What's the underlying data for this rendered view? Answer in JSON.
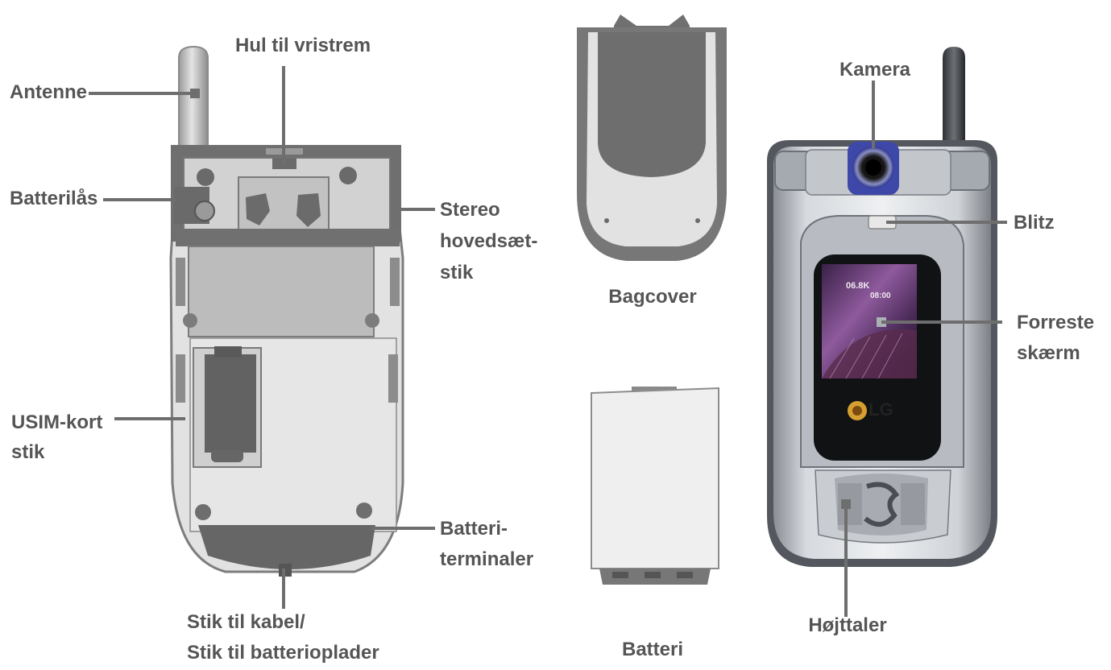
{
  "labels": {
    "antenna": "Antenne",
    "strap_hole": "Hul til vristrem",
    "battery_lock": "Batterilås",
    "stereo_jack_1": "Stereo",
    "stereo_jack_2": "hovedsæt-",
    "stereo_jack_3": "stik",
    "usim_1": "USIM-kort",
    "usim_2": "stik",
    "battery_terminals_1": "Batteri-",
    "battery_terminals_2": "terminaler",
    "cable_1": "Stik til kabel/",
    "cable_2": "Stik til batterioplader",
    "back_cover": "Bagcover",
    "battery": "Batteri",
    "camera": "Kamera",
    "flash": "Blitz",
    "front_screen_1": "Forreste",
    "front_screen_2": "skærm",
    "speaker": "Højttaler"
  },
  "phone_display": {
    "brand": "LG",
    "status_1": "06.8K",
    "status_2": "08:00"
  },
  "colors": {
    "label_text": "#555555",
    "leader_line": "#6e6e6e",
    "phone_silver": "#c9cdd2",
    "phone_dark": "#5c6066",
    "camera_ring": "#3e48a8"
  }
}
